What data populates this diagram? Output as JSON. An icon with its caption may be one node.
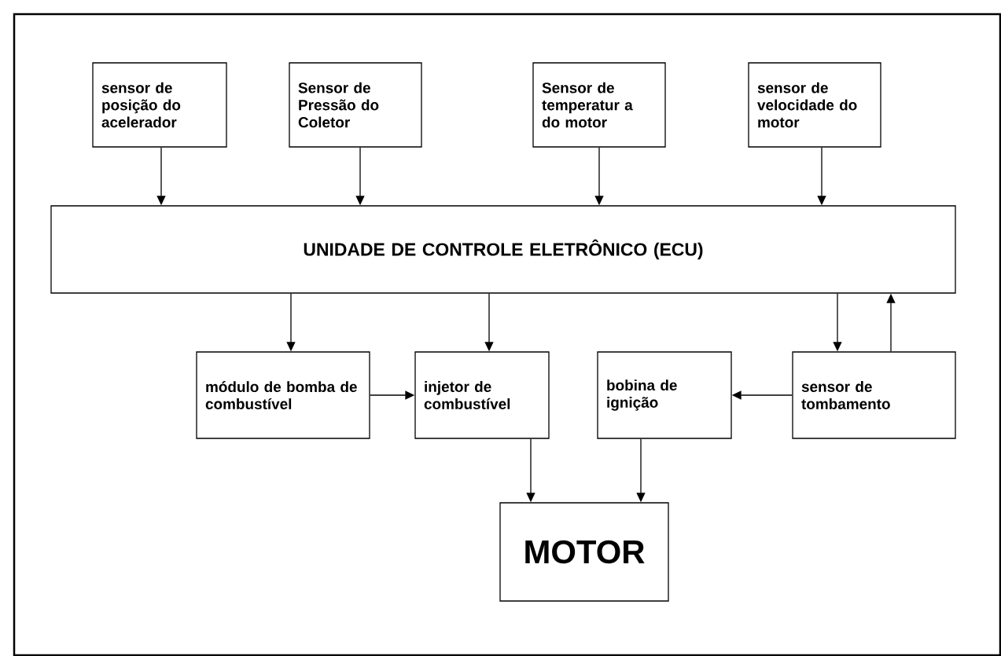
{
  "diagram": {
    "nodes": [
      {
        "text": [
          "sensor de posição do acelerador"
        ]
      },
      {
        "text": [
          "Sensor de Pressão do Coletor"
        ]
      },
      {
        "text": [
          "Sensor de temperatur a do motor"
        ]
      },
      {
        "text": [
          "sensor de velocidade do motor"
        ]
      },
      {
        "text": [
          "UNIDADE DE CONTROLE ELETRÔNICO (ECU)"
        ]
      },
      {
        "text": [
          "módulo de bomba de combustível"
        ]
      },
      {
        "text": [
          "injetor de combustível"
        ]
      },
      {
        "text": [
          "bobina de ignição"
        ]
      },
      {
        "text": [
          "sensor de tombamento"
        ]
      },
      {
        "text": [
          "MOTOR"
        ]
      }
    ],
    "edges": [
      {
        "from": 0,
        "to": 4,
        "arrow": "to"
      },
      {
        "from": 1,
        "to": 4,
        "arrow": "to"
      },
      {
        "from": 2,
        "to": 4,
        "arrow": "to"
      },
      {
        "from": 3,
        "to": 4,
        "arrow": "to"
      },
      {
        "from": 4,
        "to": 5,
        "arrow": "to"
      },
      {
        "from": 4,
        "to": 6,
        "arrow": "to"
      },
      {
        "from": 4,
        "to": 8,
        "arrow": "to"
      },
      {
        "from": 8,
        "to": 4,
        "arrow": "to"
      },
      {
        "from": 5,
        "to": 6,
        "arrow": "to"
      },
      {
        "from": 8,
        "to": 7,
        "arrow": "to"
      },
      {
        "from": 6,
        "to": 9,
        "arrow": "to"
      },
      {
        "from": 7,
        "to": 9,
        "arrow": "to"
      }
    ]
  }
}
